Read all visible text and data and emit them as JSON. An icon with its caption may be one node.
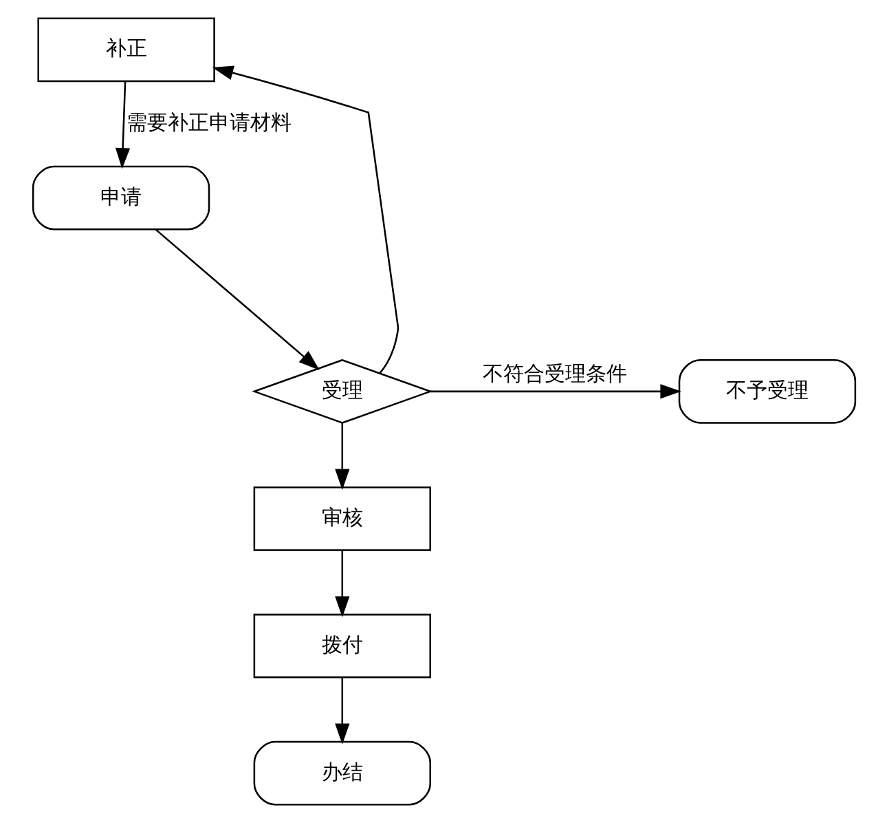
{
  "diagram": {
    "nodes": [
      {
        "text": [
          "申请"
        ]
      },
      {
        "text": [
          "补正"
        ]
      },
      {
        "text": [
          "受理"
        ]
      },
      {
        "text": [
          "不予受理"
        ]
      },
      {
        "text": [
          "审核"
        ]
      },
      {
        "text": [
          "拨付"
        ]
      },
      {
        "text": [
          "办结"
        ]
      }
    ],
    "edges": [
      {
        "from": 0,
        "to": 2,
        "arrow": "to"
      },
      {
        "from": 2,
        "to": 3,
        "arrow": "to",
        "label": "不符合受理条件"
      },
      {
        "from": 2,
        "to": 1,
        "arrow": "to"
      },
      {
        "from": 1,
        "to": 0,
        "arrow": "to",
        "label": "需要补正申请材料"
      },
      {
        "from": 2,
        "to": 4,
        "arrow": "to"
      },
      {
        "from": 4,
        "to": 5,
        "arrow": "to"
      },
      {
        "from": 5,
        "to": 6,
        "arrow": "to"
      }
    ]
  }
}
